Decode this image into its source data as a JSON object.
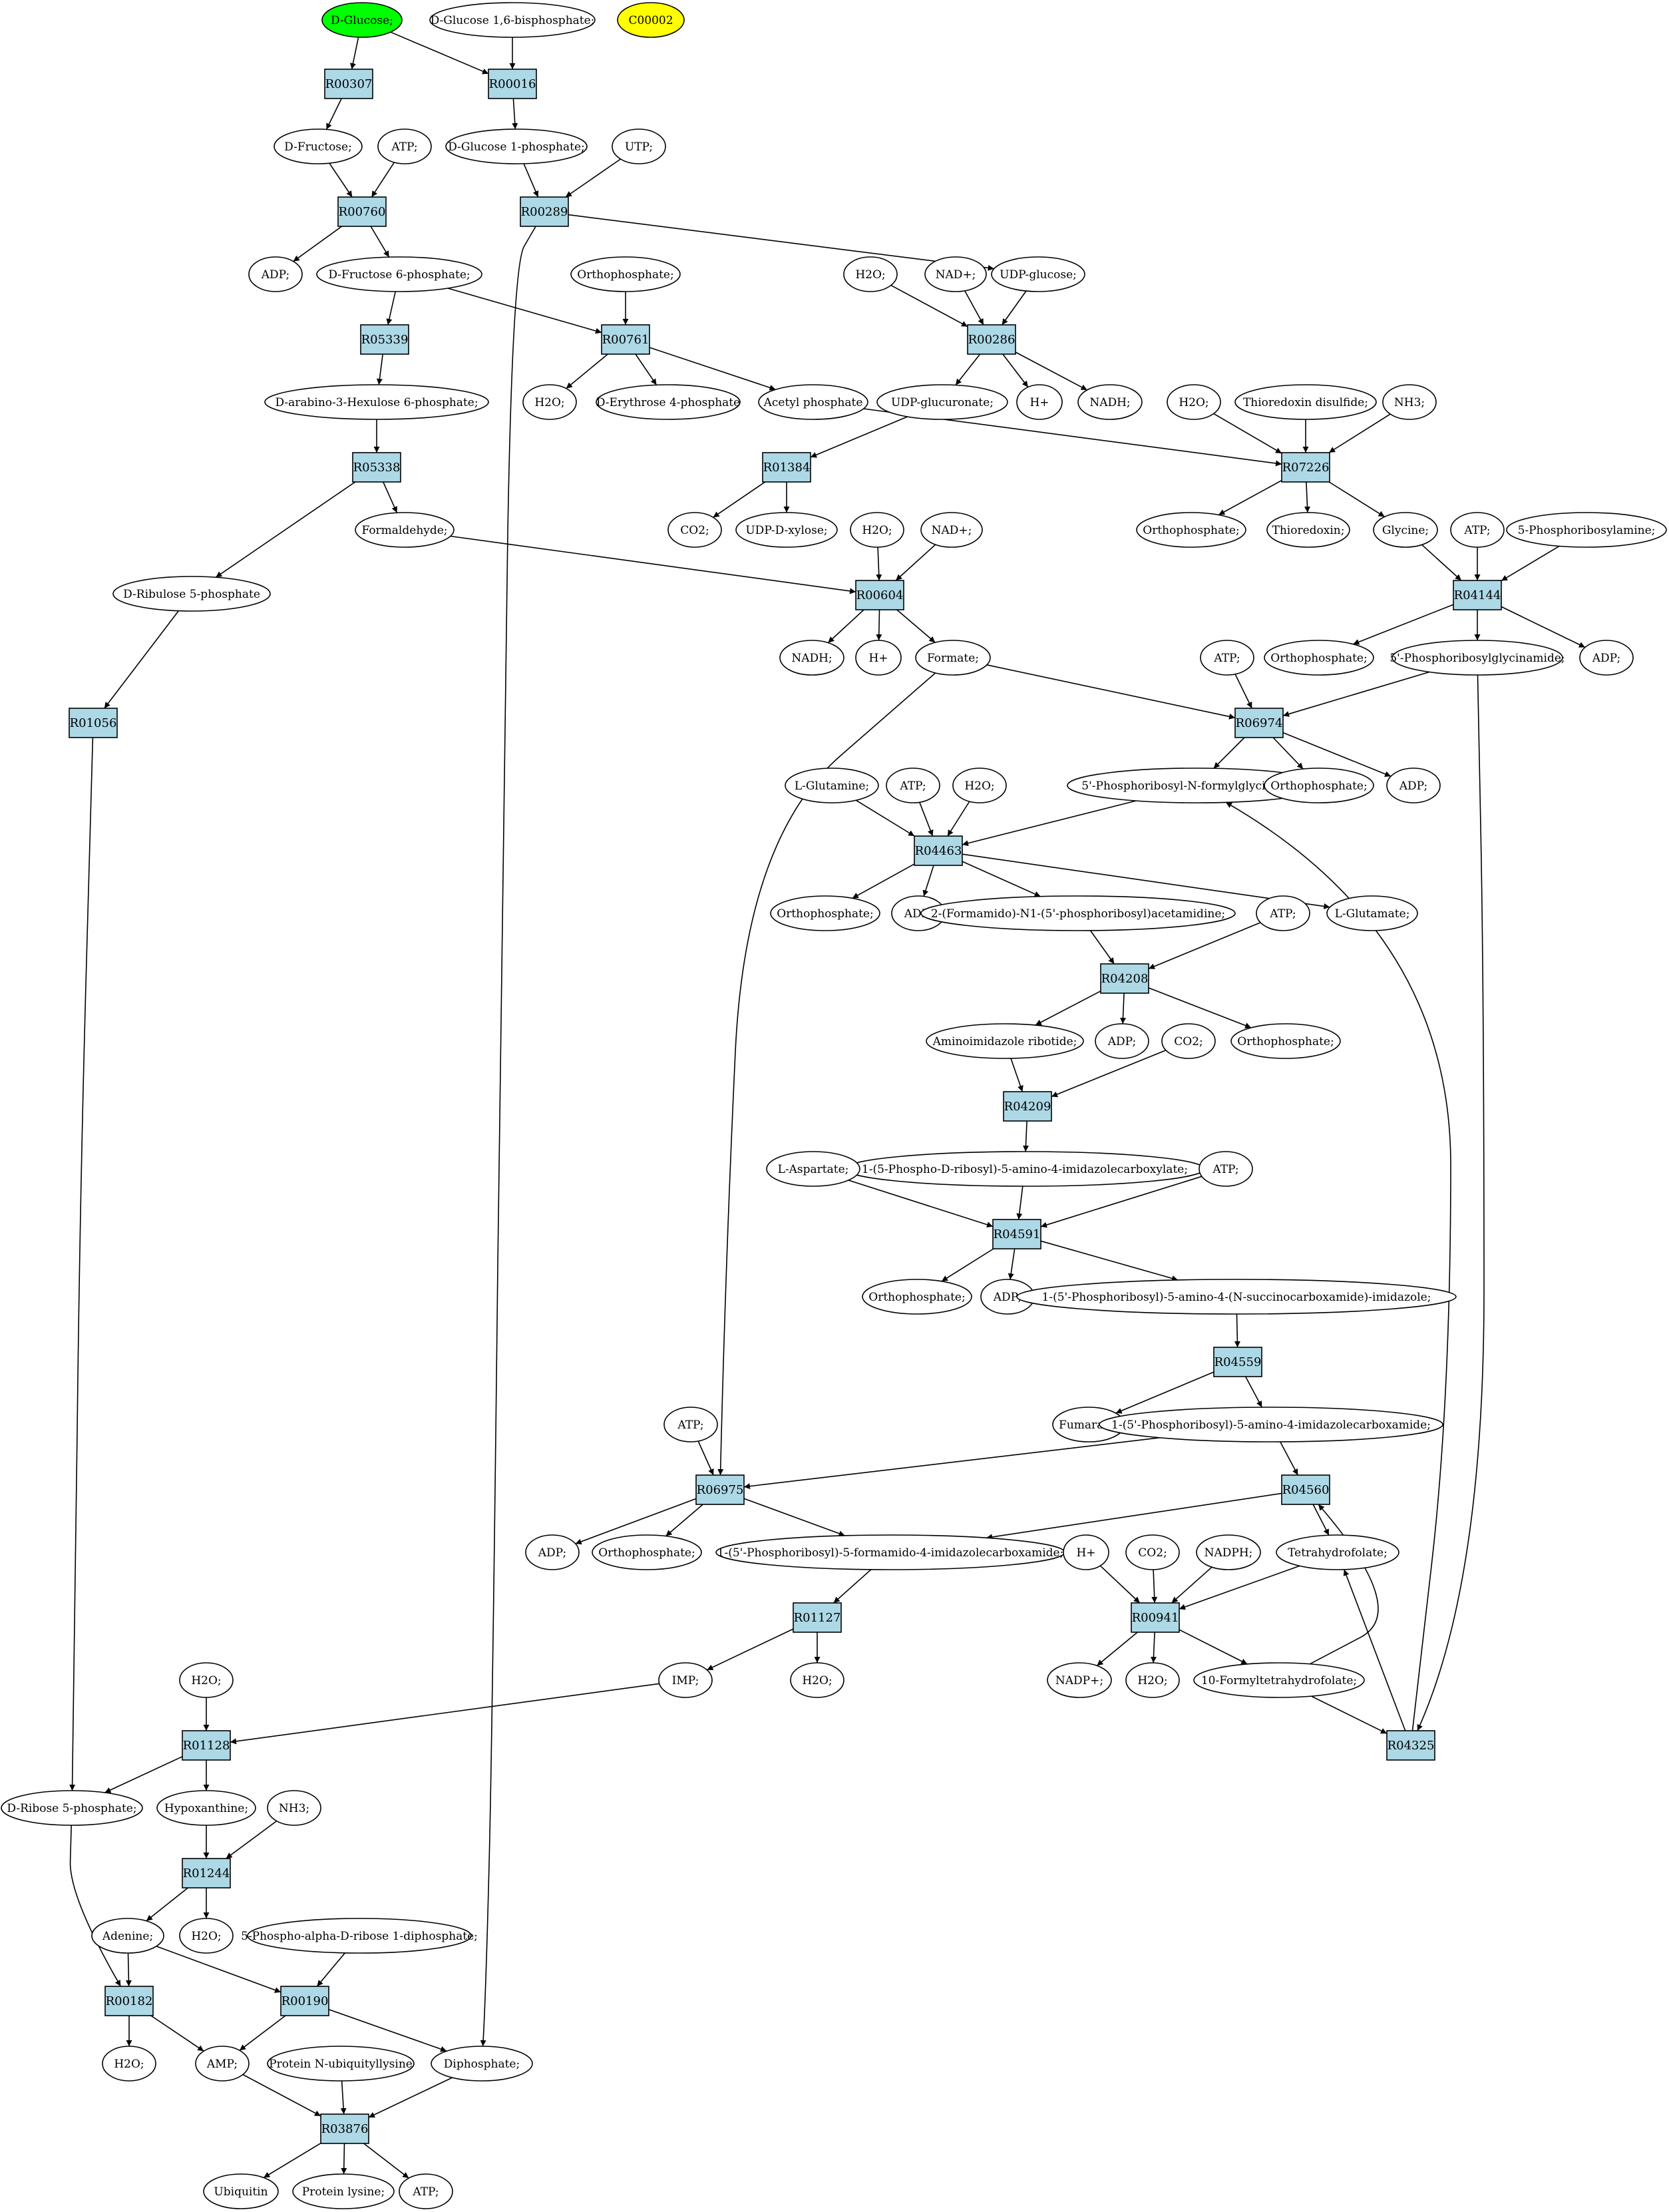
{
  "colors": {
    "reaction_fill": "#add8e6",
    "metabolite_fill": "#ffffff",
    "start_fill": "#00ff00",
    "highlight_fill": "#ffff00",
    "stroke": "#000000"
  },
  "metabolites": [
    {
      "id": "d-glucose",
      "label": "D-Glucose;",
      "fill": "start"
    },
    {
      "id": "d-glucose-16bp",
      "label": "D-Glucose 1,6-bisphosphate;"
    },
    {
      "id": "c00002",
      "label": "C00002",
      "fill": "highlight"
    },
    {
      "id": "d-fructose",
      "label": "D-Fructose;"
    },
    {
      "id": "atp-1",
      "label": "ATP;"
    },
    {
      "id": "d-glucose-1p",
      "label": "D-Glucose 1-phosphate;"
    },
    {
      "id": "utp",
      "label": "UTP;"
    },
    {
      "id": "adp-1",
      "label": "ADP;"
    },
    {
      "id": "d-fructose-6p",
      "label": "D-Fructose 6-phosphate;"
    },
    {
      "id": "orthophosphate-1",
      "label": "Orthophosphate;"
    },
    {
      "id": "h2o-1",
      "label": "H2O;"
    },
    {
      "id": "nad-1",
      "label": "NAD+;"
    },
    {
      "id": "udp-glucose",
      "label": "UDP-glucose;"
    },
    {
      "id": "d-arabino-hexulose-6p",
      "label": "D-arabino-3-Hexulose 6-phosphate;"
    },
    {
      "id": "h2o-2",
      "label": "H2O;"
    },
    {
      "id": "d-erythrose-4p",
      "label": "D-Erythrose 4-phosphate"
    },
    {
      "id": "acetyl-phosphate",
      "label": "Acetyl phosphate"
    },
    {
      "id": "udp-glucuronate",
      "label": "UDP-glucuronate;"
    },
    {
      "id": "h-plus-1",
      "label": "H+"
    },
    {
      "id": "nadh-1",
      "label": "NADH;"
    },
    {
      "id": "h2o-3",
      "label": "H2O;"
    },
    {
      "id": "thioredoxin-disulfide",
      "label": "Thioredoxin disulfide;"
    },
    {
      "id": "nh3-1",
      "label": "NH3;"
    },
    {
      "id": "formaldehyde",
      "label": "Formaldehyde;"
    },
    {
      "id": "co2-1",
      "label": "CO2;"
    },
    {
      "id": "udp-d-xylose",
      "label": "UDP-D-xylose;"
    },
    {
      "id": "h2o-4",
      "label": "H2O;"
    },
    {
      "id": "nad-2",
      "label": "NAD+;"
    },
    {
      "id": "orthophosphate-2",
      "label": "Orthophosphate;"
    },
    {
      "id": "thioredoxin",
      "label": "Thioredoxin;"
    },
    {
      "id": "glycine",
      "label": "Glycine;"
    },
    {
      "id": "atp-2",
      "label": "ATP;"
    },
    {
      "id": "5-phosphoribosylamine",
      "label": "5-Phosphoribosylamine;"
    },
    {
      "id": "d-ribulose-5p",
      "label": "D-Ribulose 5-phosphate"
    },
    {
      "id": "nadh-2",
      "label": "NADH;"
    },
    {
      "id": "h-plus-2",
      "label": "H+"
    },
    {
      "id": "formate",
      "label": "Formate;"
    },
    {
      "id": "orthophosphate-3",
      "label": "Orthophosphate;"
    },
    {
      "id": "5p-ribosylglycinamide",
      "label": "5'-Phosphoribosylglycinamide;"
    },
    {
      "id": "adp-2",
      "label": "ADP;"
    },
    {
      "id": "atp-3",
      "label": "ATP;"
    },
    {
      "id": "5p-ribosyl-n-formylglycinamide",
      "label": "5'-Phosphoribosyl-N-formylglycinamide;"
    },
    {
      "id": "orthophosphate-4",
      "label": "Orthophosphate;"
    },
    {
      "id": "adp-3",
      "label": "ADP;"
    },
    {
      "id": "l-glutamine",
      "label": "L-Glutamine;"
    },
    {
      "id": "atp-4",
      "label": "ATP;"
    },
    {
      "id": "h2o-5",
      "label": "H2O;"
    },
    {
      "id": "orthophosphate-5",
      "label": "Orthophosphate;"
    },
    {
      "id": "adp-4",
      "label": "ADP;"
    },
    {
      "id": "formamido-acetamidine",
      "label": "2-(Formamido)-N1-(5'-phosphoribosyl)acetamidine;"
    },
    {
      "id": "l-glutamate",
      "label": "L-Glutamate;"
    },
    {
      "id": "atp-5",
      "label": "ATP;"
    },
    {
      "id": "aminoimidazole-ribotide",
      "label": "Aminoimidazole ribotide;"
    },
    {
      "id": "adp-5",
      "label": "ADP;"
    },
    {
      "id": "co2-2",
      "label": "CO2;"
    },
    {
      "id": "orthophosphate-6",
      "label": "Orthophosphate;"
    },
    {
      "id": "air-carboxylate",
      "label": "1-(5-Phospho-D-ribosyl)-5-amino-4-imidazolecarboxylate;"
    },
    {
      "id": "l-aspartate",
      "label": "L-Aspartate;"
    },
    {
      "id": "atp-6",
      "label": "ATP;"
    },
    {
      "id": "orthophosphate-7",
      "label": "Orthophosphate;"
    },
    {
      "id": "adp-6",
      "label": "ADP;"
    },
    {
      "id": "saicar",
      "label": "1-(5'-Phosphoribosyl)-5-amino-4-(N-succinocarboxamide)-imidazole;"
    },
    {
      "id": "fumarate",
      "label": "Fumarate;"
    },
    {
      "id": "aicar",
      "label": "1-(5'-Phosphoribosyl)-5-amino-4-imidazolecarboxamide;"
    },
    {
      "id": "atp-7",
      "label": "ATP;"
    },
    {
      "id": "adp-7",
      "label": "ADP;"
    },
    {
      "id": "orthophosphate-8",
      "label": "Orthophosphate;"
    },
    {
      "id": "faicar",
      "label": "1-(5'-Phosphoribosyl)-5-formamido-4-imidazolecarboxamide;"
    },
    {
      "id": "h-plus-3",
      "label": "H+"
    },
    {
      "id": "co2-3",
      "label": "CO2;"
    },
    {
      "id": "nadph",
      "label": "NADPH;"
    },
    {
      "id": "tetrahydrofolate",
      "label": "Tetrahydrofolate;"
    },
    {
      "id": "imp",
      "label": "IMP;"
    },
    {
      "id": "h2o-6",
      "label": "H2O;"
    },
    {
      "id": "nadp",
      "label": "NADP+;"
    },
    {
      "id": "h2o-7",
      "label": "H2O;"
    },
    {
      "id": "10-formyl-thf",
      "label": "10-Formyltetrahydrofolate;"
    },
    {
      "id": "h2o-8",
      "label": "H2O;"
    },
    {
      "id": "d-ribose-5p",
      "label": "D-Ribose 5-phosphate;"
    },
    {
      "id": "hypoxanthine",
      "label": "Hypoxanthine;"
    },
    {
      "id": "nh3-2",
      "label": "NH3;"
    },
    {
      "id": "adenine",
      "label": "Adenine;"
    },
    {
      "id": "h2o-9",
      "label": "H2O;"
    },
    {
      "id": "prpp",
      "label": "5-Phospho-alpha-D-ribose 1-diphosphate;"
    },
    {
      "id": "h2o-10",
      "label": "H2O;"
    },
    {
      "id": "amp",
      "label": "AMP;"
    },
    {
      "id": "protein-n-ubiquityllysine",
      "label": "Protein N-ubiquityllysine"
    },
    {
      "id": "diphosphate",
      "label": "Diphosphate;"
    },
    {
      "id": "ubiquitin",
      "label": "Ubiquitin"
    },
    {
      "id": "protein-lysine",
      "label": "Protein lysine;"
    },
    {
      "id": "atp-8",
      "label": "ATP;"
    }
  ],
  "reactions": [
    {
      "id": "R00307",
      "label": "R00307"
    },
    {
      "id": "R00016",
      "label": "R00016"
    },
    {
      "id": "R00760",
      "label": "R00760"
    },
    {
      "id": "R00289",
      "label": "R00289"
    },
    {
      "id": "R05339",
      "label": "R05339"
    },
    {
      "id": "R00761",
      "label": "R00761"
    },
    {
      "id": "R00286",
      "label": "R00286"
    },
    {
      "id": "R05338",
      "label": "R05338"
    },
    {
      "id": "R01384",
      "label": "R01384"
    },
    {
      "id": "R07226",
      "label": "R07226"
    },
    {
      "id": "R00604",
      "label": "R00604"
    },
    {
      "id": "R04144",
      "label": "R04144"
    },
    {
      "id": "R01056",
      "label": "R01056"
    },
    {
      "id": "R06974",
      "label": "R06974"
    },
    {
      "id": "R04463",
      "label": "R04463"
    },
    {
      "id": "R04208",
      "label": "R04208"
    },
    {
      "id": "R04209",
      "label": "R04209"
    },
    {
      "id": "R04591",
      "label": "R04591"
    },
    {
      "id": "R04559",
      "label": "R04559"
    },
    {
      "id": "R06975",
      "label": "R06975"
    },
    {
      "id": "R04560",
      "label": "R04560"
    },
    {
      "id": "R01127",
      "label": "R01127"
    },
    {
      "id": "R00941",
      "label": "R00941"
    },
    {
      "id": "R04325",
      "label": "R04325"
    },
    {
      "id": "R01128",
      "label": "R01128"
    },
    {
      "id": "R01244",
      "label": "R01244"
    },
    {
      "id": "R00182",
      "label": "R00182"
    },
    {
      "id": "R00190",
      "label": "R00190"
    },
    {
      "id": "R03876",
      "label": "R03876"
    }
  ],
  "edges": [
    [
      "d-glucose",
      "R00307"
    ],
    [
      "d-glucose",
      "R00016"
    ],
    [
      "d-glucose-16bp",
      "R00016"
    ],
    [
      "R00307",
      "d-fructose"
    ],
    [
      "R00016",
      "d-glucose-1p"
    ],
    [
      "d-fructose",
      "R00760"
    ],
    [
      "atp-1",
      "R00760"
    ],
    [
      "d-glucose-1p",
      "R00289"
    ],
    [
      "utp",
      "R00289"
    ],
    [
      "R00760",
      "adp-1"
    ],
    [
      "R00760",
      "d-fructose-6p"
    ],
    [
      "R00289",
      "udp-glucose"
    ],
    [
      "R00289",
      "diphosphate"
    ],
    [
      "d-fructose-6p",
      "R05339"
    ],
    [
      "d-fructose-6p",
      "R00761"
    ],
    [
      "orthophosphate-1",
      "R00761"
    ],
    [
      "h2o-1",
      "R00286"
    ],
    [
      "nad-1",
      "R00286"
    ],
    [
      "udp-glucose",
      "R00286"
    ],
    [
      "R05339",
      "d-arabino-hexulose-6p"
    ],
    [
      "R00761",
      "h2o-2"
    ],
    [
      "R00761",
      "d-erythrose-4p"
    ],
    [
      "R00761",
      "acetyl-phosphate"
    ],
    [
      "R00286",
      "udp-glucuronate"
    ],
    [
      "R00286",
      "h-plus-1"
    ],
    [
      "R00286",
      "nadh-1"
    ],
    [
      "acetyl-phosphate",
      "R07226"
    ],
    [
      "h2o-3",
      "R07226"
    ],
    [
      "thioredoxin-disulfide",
      "R07226"
    ],
    [
      "nh3-1",
      "R07226"
    ],
    [
      "d-arabino-hexulose-6p",
      "R05338"
    ],
    [
      "udp-glucuronate",
      "R01384"
    ],
    [
      "R05338",
      "formaldehyde"
    ],
    [
      "R05338",
      "d-ribulose-5p"
    ],
    [
      "R01384",
      "co2-1"
    ],
    [
      "R01384",
      "udp-d-xylose"
    ],
    [
      "R07226",
      "orthophosphate-2"
    ],
    [
      "R07226",
      "thioredoxin"
    ],
    [
      "R07226",
      "glycine"
    ],
    [
      "formaldehyde",
      "R00604"
    ],
    [
      "h2o-4",
      "R00604"
    ],
    [
      "nad-2",
      "R00604"
    ],
    [
      "glycine",
      "R04144"
    ],
    [
      "atp-2",
      "R04144"
    ],
    [
      "5-phosphoribosylamine",
      "R04144"
    ],
    [
      "d-ribulose-5p",
      "R01056"
    ],
    [
      "R00604",
      "nadh-2"
    ],
    [
      "R00604",
      "h-plus-2"
    ],
    [
      "R00604",
      "formate"
    ],
    [
      "R04144",
      "orthophosphate-3"
    ],
    [
      "R04144",
      "5p-ribosylglycinamide"
    ],
    [
      "R04144",
      "adp-2"
    ],
    [
      "formate",
      "R06974"
    ],
    [
      "atp-3",
      "R06974"
    ],
    [
      "5p-ribosylglycinamide",
      "R06974"
    ],
    [
      "formate",
      "R06975"
    ],
    [
      "5p-ribosylglycinamide",
      "R04325"
    ],
    [
      "R01056",
      "d-ribose-5p"
    ],
    [
      "R06974",
      "5p-ribosyl-n-formylglycinamide"
    ],
    [
      "R06974",
      "orthophosphate-4"
    ],
    [
      "R06974",
      "adp-3"
    ],
    [
      "R04325",
      "5p-ribosyl-n-formylglycinamide"
    ],
    [
      "l-glutamine",
      "R04463"
    ],
    [
      "atp-4",
      "R04463"
    ],
    [
      "h2o-5",
      "R04463"
    ],
    [
      "5p-ribosyl-n-formylglycinamide",
      "R04463"
    ],
    [
      "R04463",
      "orthophosphate-5"
    ],
    [
      "R04463",
      "adp-4"
    ],
    [
      "R04463",
      "formamido-acetamidine"
    ],
    [
      "R04463",
      "l-glutamate"
    ],
    [
      "formamido-acetamidine",
      "R04208"
    ],
    [
      "atp-5",
      "R04208"
    ],
    [
      "R04208",
      "aminoimidazole-ribotide"
    ],
    [
      "R04208",
      "adp-5"
    ],
    [
      "R04208",
      "orthophosphate-6"
    ],
    [
      "aminoimidazole-ribotide",
      "R04209"
    ],
    [
      "co2-2",
      "R04209"
    ],
    [
      "R04209",
      "air-carboxylate"
    ],
    [
      "l-aspartate",
      "R04591"
    ],
    [
      "air-carboxylate",
      "R04591"
    ],
    [
      "atp-6",
      "R04591"
    ],
    [
      "R04591",
      "orthophosphate-7"
    ],
    [
      "R04591",
      "adp-6"
    ],
    [
      "R04591",
      "saicar"
    ],
    [
      "saicar",
      "R04559"
    ],
    [
      "R04559",
      "fumarate"
    ],
    [
      "R04559",
      "aicar"
    ],
    [
      "aicar",
      "R06975"
    ],
    [
      "atp-7",
      "R06975"
    ],
    [
      "aicar",
      "R04560"
    ],
    [
      "R06975",
      "adp-7"
    ],
    [
      "R06975",
      "orthophosphate-8"
    ],
    [
      "R06975",
      "faicar"
    ],
    [
      "R04560",
      "faicar"
    ],
    [
      "R04560",
      "tetrahydrofolate"
    ],
    [
      "10-formyl-thf",
      "R04560"
    ],
    [
      "faicar",
      "R01127"
    ],
    [
      "h-plus-3",
      "R00941"
    ],
    [
      "co2-3",
      "R00941"
    ],
    [
      "nadph",
      "R00941"
    ],
    [
      "tetrahydrofolate",
      "R00941"
    ],
    [
      "R01127",
      "imp"
    ],
    [
      "R01127",
      "h2o-6"
    ],
    [
      "R00941",
      "nadp"
    ],
    [
      "R00941",
      "h2o-7"
    ],
    [
      "R00941",
      "10-formyl-thf"
    ],
    [
      "10-formyl-thf",
      "R04325"
    ],
    [
      "R04325",
      "tetrahydrofolate"
    ],
    [
      "imp",
      "R01128"
    ],
    [
      "h2o-8",
      "R01128"
    ],
    [
      "R01128",
      "d-ribose-5p"
    ],
    [
      "R01128",
      "hypoxanthine"
    ],
    [
      "hypoxanthine",
      "R01244"
    ],
    [
      "nh3-2",
      "R01244"
    ],
    [
      "R01244",
      "adenine"
    ],
    [
      "R01244",
      "h2o-9"
    ],
    [
      "d-ribose-5p",
      "R00182"
    ],
    [
      "adenine",
      "R00182"
    ],
    [
      "adenine",
      "R00190"
    ],
    [
      "prpp",
      "R00190"
    ],
    [
      "R00182",
      "h2o-10"
    ],
    [
      "R00182",
      "amp"
    ],
    [
      "R00190",
      "amp"
    ],
    [
      "R00190",
      "diphosphate"
    ],
    [
      "amp",
      "R03876"
    ],
    [
      "protein-n-ubiquityllysine",
      "R03876"
    ],
    [
      "diphosphate",
      "R03876"
    ],
    [
      "R03876",
      "ubiquitin"
    ],
    [
      "R03876",
      "protein-lysine"
    ],
    [
      "R03876",
      "atp-8"
    ]
  ]
}
